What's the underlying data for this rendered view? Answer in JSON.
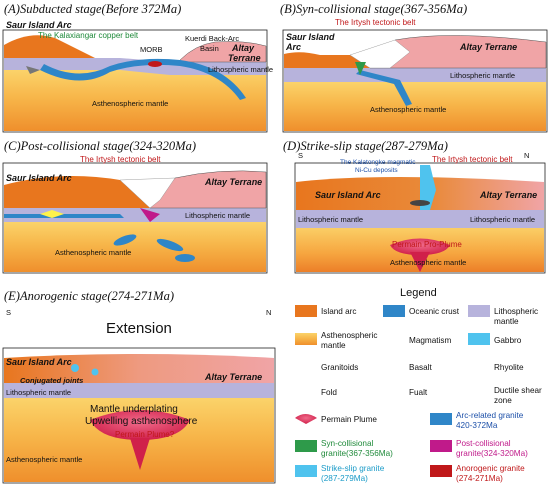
{
  "panels": {
    "a": {
      "title": "(A)Subducted stage(Before 372Ma)",
      "saur": "Saur Island Arc",
      "copper": "The Kalaxiangar copper belt",
      "morb": "MORB",
      "kuerdi": "Kuerdi Back-Arc",
      "basin": "Basin",
      "altay1": "Altay",
      "altay2": "Terrane",
      "litho": "Lithospheric mantle",
      "astheno": "Asthenospheric mantle"
    },
    "b": {
      "title": "(B)Syn-collisional stage(367-356Ma)",
      "irtysh": "The Irtysh tectonic belt",
      "saur1": "Saur Island",
      "saur2": "Arc",
      "altay": "Altay Terrane",
      "litho": "Lithospheric mantle",
      "astheno": "Asthenospheric mantle"
    },
    "c": {
      "title": "(C)Post-collisional stage(324-320Ma)",
      "irtysh": "The Irtysh tectonic belt",
      "saur": "Saur Island Arc",
      "altay": "Altay Terrane",
      "litho": "Lithospheric mantle",
      "astheno": "Asthenospheric mantle"
    },
    "d": {
      "title": "(D)Strike-slip stage(287-279Ma)",
      "kalatongke1": "The Kalatongke magmatic",
      "kalatongke2": "Ni-Cu deposits",
      "irtysh": "The Irtysh tectonic belt",
      "s": "S",
      "n": "N",
      "saur": "Saur Island Arc",
      "altay": "Altay Terrane",
      "litho_l": "Lithospheric mantle",
      "litho_r": "Lithospheric mantle",
      "plume": "Permain Pro-Plume",
      "astheno": "Asthenospheric mantle"
    },
    "e": {
      "title": "(E)Anorogenic stage(274-271Ma)",
      "s": "S",
      "n": "N",
      "extension": "Extension",
      "saur": "Saur Island Arc",
      "joints": "Conjugated joints",
      "altay": "Altay Terrane",
      "litho": "Lithospheric mantle",
      "under": "Mantle underplating",
      "upwell": "Upwelling asthenosphere",
      "plume": "Permain Plume?",
      "astheno": "Asthenospheric mantle"
    }
  },
  "legend": {
    "title": "Legend",
    "island_arc": "Island arc",
    "oceanic_crust": "Oceanic crust",
    "lithospheric1": "Lithospheric",
    "lithospheric2": "mantle",
    "astheno1": "Asthenospheric",
    "astheno2": "mantle",
    "magmatism": "Magmatism",
    "gabbro": "Gabbro",
    "granitoids": "Granitoids",
    "basalt": "Basalt",
    "rhyolite": "Rhyolite",
    "fold": "Fold",
    "fault": "Fualt",
    "shear1": "Ductile shear",
    "shear2": "zone",
    "plume": "Permain Plume",
    "arc_granite1": "Arc-related granite",
    "arc_granite2": "420-372Ma",
    "syn_granite1": "Syn-collisional",
    "syn_granite2": "granite(367-356Ma)",
    "post_granite1": "Post-collisional",
    "post_granite2": "granite(324-320Ma)",
    "ss_granite1": "Strike-slip granite",
    "ss_granite2": "(287-279Ma)",
    "ano_granite1": "Anorogenic granite",
    "ano_granite2": "(274-271Ma)"
  },
  "colors": {
    "island_arc": "#e8761e",
    "altay": "#f0a4a6",
    "lithospheric": "#b7b3dc",
    "oceanic": "#2f86c8",
    "green": "#2e9a4a",
    "magenta": "#c01a8a",
    "red": "#c0181a",
    "cyan": "#4fc3ee"
  }
}
